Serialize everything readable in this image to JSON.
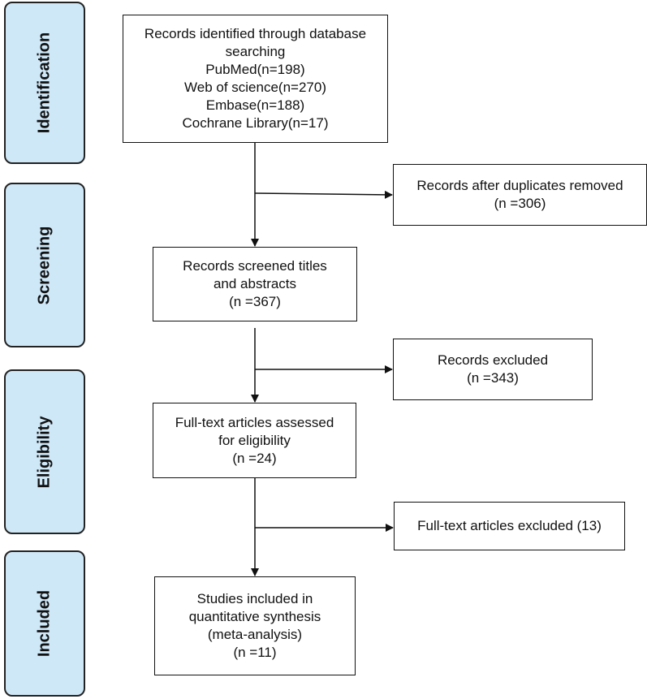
{
  "stages": {
    "identification": "Identification",
    "screening": "Screening",
    "eligibility": "Eligibility",
    "included": "Included"
  },
  "boxes": {
    "identified": {
      "lines": [
        "Records identified through database",
        "searching",
        "PubMed(n=198)",
        "Web of science(n=270)",
        "Embase(n=188)",
        "Cochrane Library(n=17)"
      ]
    },
    "duplicates": {
      "lines": [
        "Records after duplicates removed",
        "(n =306)"
      ]
    },
    "screened": {
      "lines": [
        "Records screened titles",
        "and abstracts",
        "(n =367)"
      ]
    },
    "excluded": {
      "lines": [
        "Records excluded",
        "(n =343)"
      ]
    },
    "fulltext": {
      "lines": [
        "Full-text articles assessed",
        "for eligibility",
        "(n =24)"
      ]
    },
    "fulltext_excluded": {
      "lines": [
        "Full-text articles excluded (13)"
      ]
    },
    "included": {
      "lines": [
        "Studies included in",
        "quantitative synthesis",
        "(meta-analysis)",
        "(n =11)"
      ]
    }
  }
}
